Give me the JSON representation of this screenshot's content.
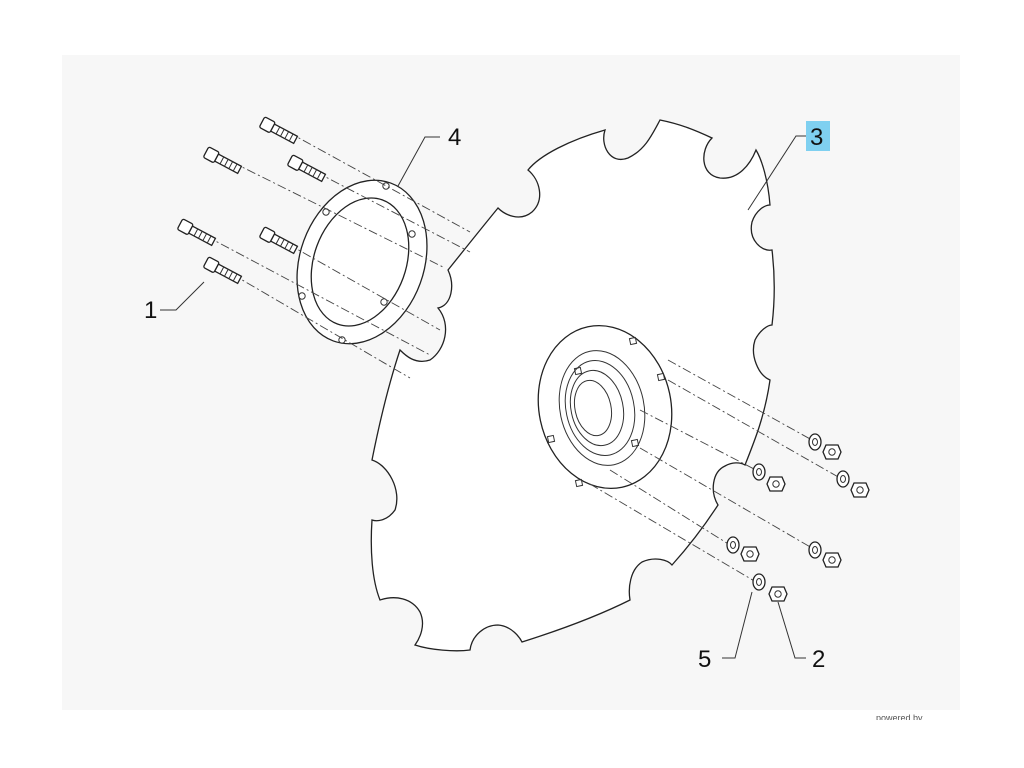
{
  "callouts": [
    {
      "id": "1",
      "label": "1",
      "highlighted": false
    },
    {
      "id": "2",
      "label": "2",
      "highlighted": false
    },
    {
      "id": "3",
      "label": "3",
      "highlighted": true
    },
    {
      "id": "4",
      "label": "4",
      "highlighted": false
    },
    {
      "id": "5",
      "label": "5",
      "highlighted": false
    }
  ],
  "colors": {
    "highlight": "#7fd0f0",
    "line": "#222222",
    "background": "#f7f7f7"
  },
  "footer": {
    "text": "powered by"
  }
}
